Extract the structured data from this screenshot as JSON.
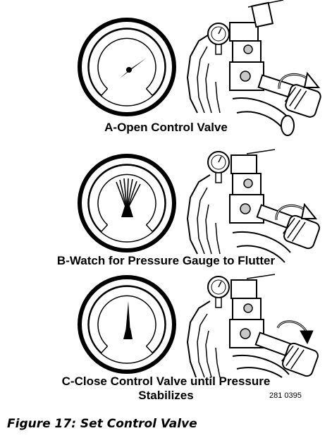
{
  "steps": [
    {
      "id": "A",
      "label": "A-Open Control Valve",
      "gauge_state": "steady"
    },
    {
      "id": "B",
      "label": "B-Watch for Pressure Gauge to Flutter",
      "gauge_state": "flutter"
    },
    {
      "id": "C",
      "label_line1": "C-Close Control Valve until Pressure",
      "label_line2": "Stabilizes",
      "gauge_state": "steady"
    }
  ],
  "reference_code": "281 0395",
  "caption": "Figure 17: Set Control Valve",
  "icons": [
    "pressure-gauge-icon",
    "control-valve-assembly-icon",
    "rotation-arrow-icon"
  ],
  "colors": {
    "ink": "#000000",
    "paper": "#ffffff",
    "shade": "#c8c8c8"
  }
}
